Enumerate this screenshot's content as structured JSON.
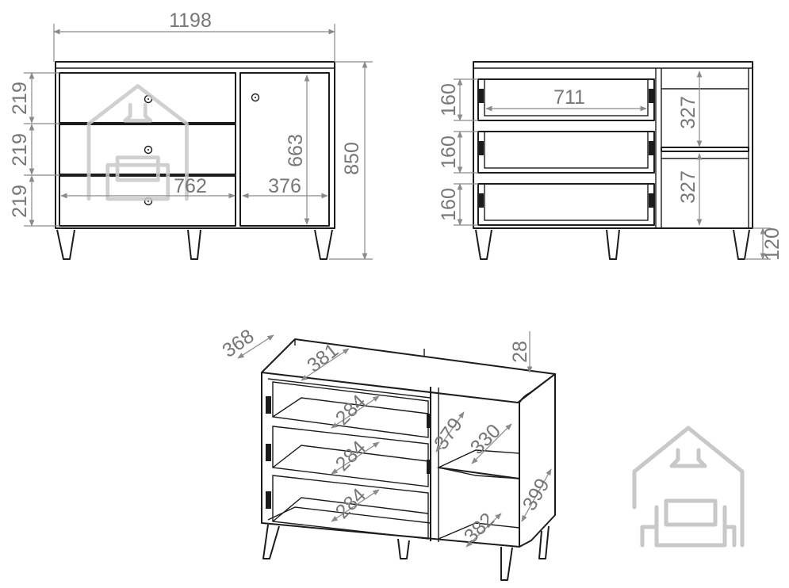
{
  "front_view": {
    "overall_width": "1198",
    "overall_height": "850",
    "drawer_heights": [
      "219",
      "219",
      "219"
    ],
    "drawer_section_width": "762",
    "door_width": "376",
    "door_height": "663"
  },
  "back_view": {
    "drawer_box_heights": [
      "160",
      "160",
      "160"
    ],
    "drawer_box_width": "711",
    "compartment_heights": [
      "327",
      "327"
    ],
    "leg_height": "120"
  },
  "perspective_view": {
    "depth": "368",
    "top_depth": "381",
    "top_thickness": "28",
    "drawer_depths": [
      "284",
      "284",
      "284"
    ],
    "upper_compartment_height": "379",
    "shelf_depth": "330",
    "lower_compartment_height": "399",
    "bottom_depth": "382"
  },
  "colors": {
    "outline": "#1c1c1c",
    "dimension": "#8a8a8a",
    "logo": "#c8c8c8"
  },
  "icons": [
    "home-furniture-logo-icon"
  ]
}
